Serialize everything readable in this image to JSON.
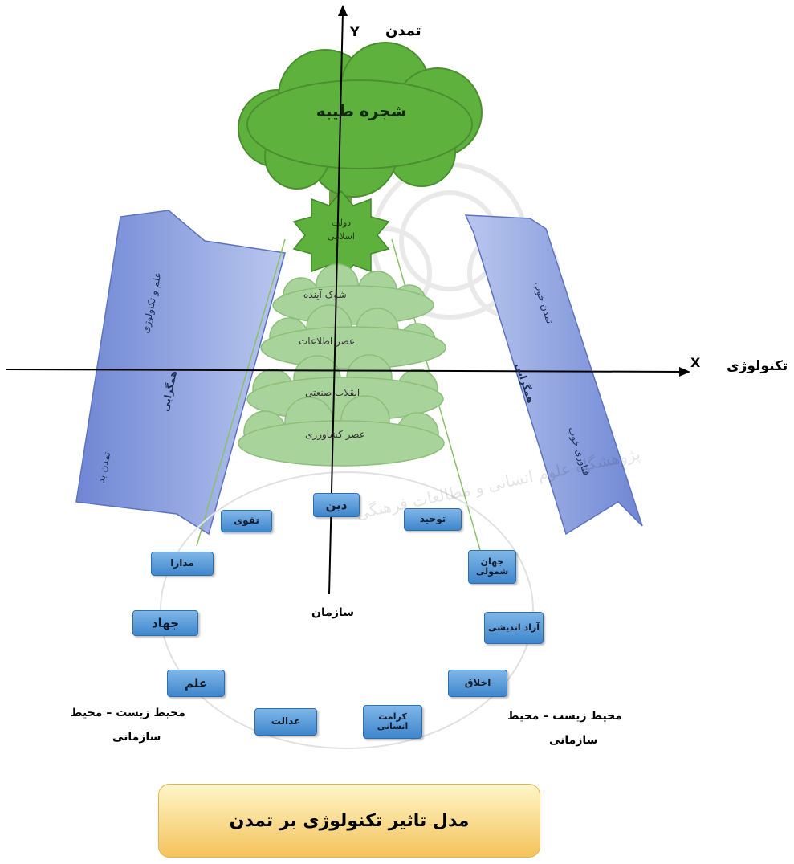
{
  "axes": {
    "y_label": "تمدن",
    "y_letter": "Y",
    "x_label": "تکنولوژی",
    "x_letter": "X",
    "bottom_label": "سازمان"
  },
  "tree_label": "شجره طیبه",
  "star_label": "دولت اسلامی",
  "eras": [
    "شوک آینده",
    "عصر اطلاعات",
    "انقلاب صنعتی",
    "عصر کشاورزی"
  ],
  "left_banner": {
    "lines": [
      "علم و تکنولوژی",
      "همگرایی",
      "تمدن بد"
    ]
  },
  "right_banner": {
    "lines": [
      "تمدن خوب",
      "همگرایی",
      "فناوری خوب"
    ]
  },
  "values": {
    "top": "دین",
    "boxes": [
      "تقوی",
      "توحید",
      "مدارا",
      "جهان شمولی",
      "جهاد",
      "آزاد اندیشی",
      "علم",
      "اخلاق",
      "عدالت",
      "کرامت انسانی"
    ]
  },
  "environment_left": [
    "محیط زیست – محیط",
    "سازمانی"
  ],
  "environment_right": [
    "محیط زیست – محیط",
    "سازمانی"
  ],
  "watermark": "پژوهشگاه علوم انسانی و مطالعات فرهنگی",
  "title": "مدل تاثیر تکنولوژی بر تمدن",
  "colors": {
    "tree": "#5fb13e",
    "cloud": "#a8d39a",
    "banner": "#7d93d8",
    "box": "#4f93d6",
    "title_box": "#f8d77c"
  }
}
